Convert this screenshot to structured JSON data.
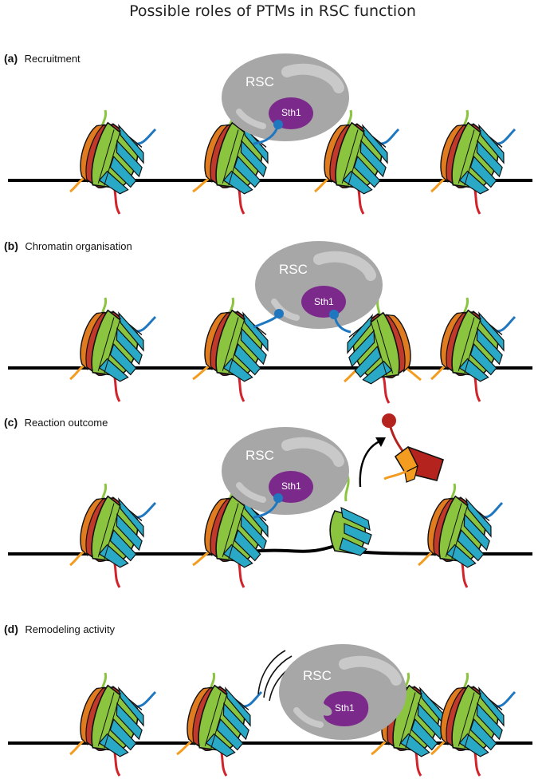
{
  "title": "Possible roles of PTMs in RSC function",
  "panels": [
    {
      "letter": "(a)",
      "label": "Recruitment"
    },
    {
      "letter": "(b)",
      "label": "Chromatin organisation"
    },
    {
      "letter": "(c)",
      "label": "Reaction outcome"
    },
    {
      "letter": "(d)",
      "label": "Remodeling activity"
    }
  ],
  "complex": {
    "name": "RSC",
    "subunit": "Sth1"
  },
  "colors": {
    "dna": "#000000",
    "rsc_body": "#a7a7a7",
    "sth1": "#7b2a8c",
    "h3_green": "#8bc53f",
    "h4_blue": "#29a9c5",
    "h2a_orange": "#f39c1f",
    "h2b_red": "#b5231e",
    "tail_green": "#8bc53f",
    "tail_blue": "#1f77c0",
    "tail_orange": "#f39c1f",
    "tail_red": "#d2232a"
  }
}
